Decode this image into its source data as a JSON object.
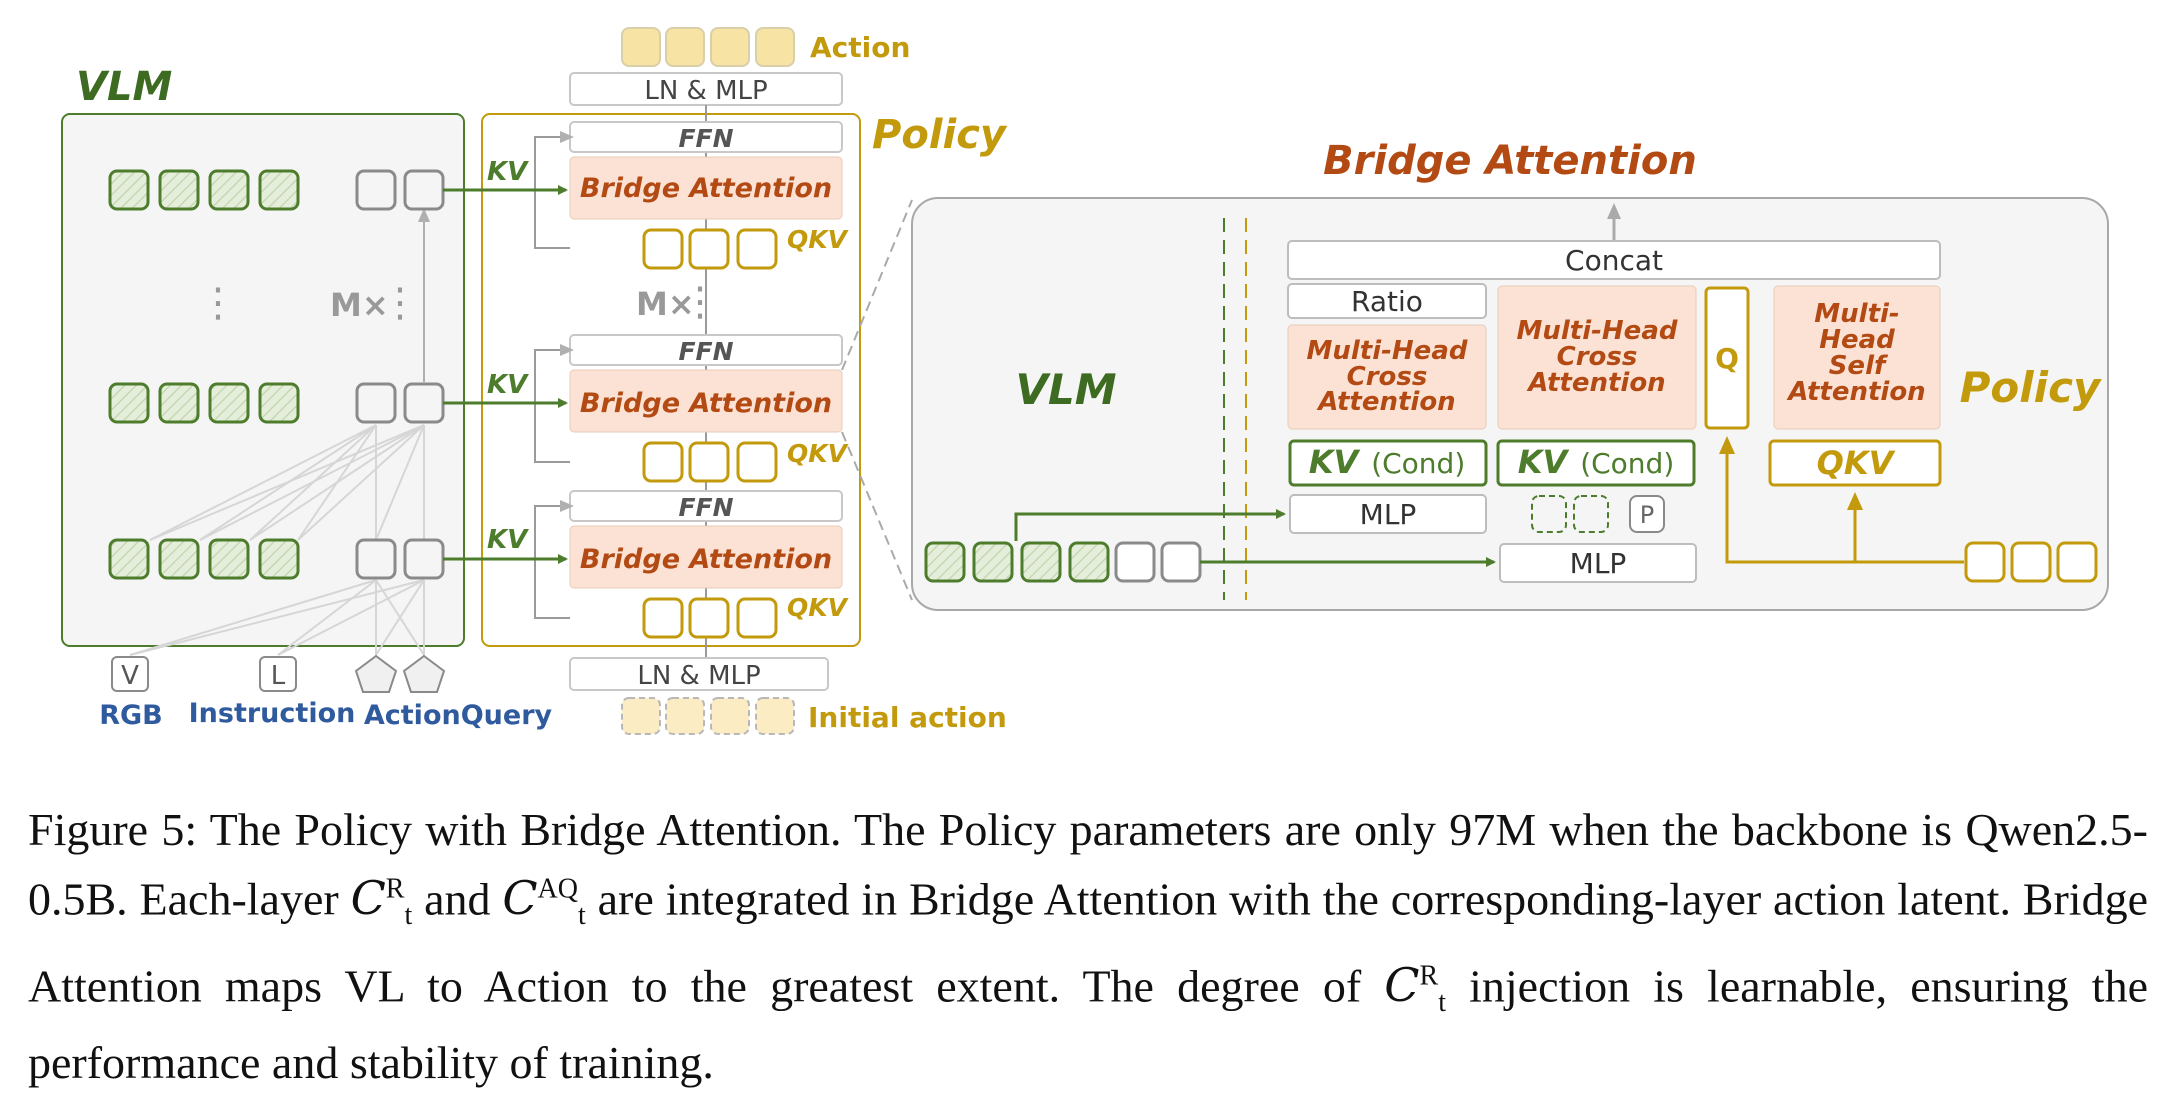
{
  "diagram": {
    "vlm_title": "VLM",
    "vlm_repeat": "M×",
    "vlm_repeat_dots": "⋮",
    "policy_title": "Policy",
    "policy_repeat": "M×",
    "ffn_label": "FFN",
    "bridge_attention_label": "Bridge Attention",
    "kv_label": "KV",
    "qkv_label": "QKV",
    "action_label": "Action",
    "ln_mlp_label": "LN & MLP",
    "initial_action_label": "Initial action",
    "inputs": {
      "v_icon": "V",
      "l_icon": "L",
      "rgb": "RGB",
      "instruction": "Instruction",
      "action_query": "ActionQuery"
    },
    "detail": {
      "title": "Bridge Attention",
      "vlm_label": "VLM",
      "policy_label": "Policy",
      "concat": "Concat",
      "ratio": "Ratio",
      "mhca_1": [
        "Multi-Head",
        "Cross",
        "Attention"
      ],
      "mhca_2": [
        "Multi-Head",
        "Cross",
        "Attention"
      ],
      "mhsa": [
        "Multi-",
        "Head",
        "Self",
        "Attention"
      ],
      "q": "Q",
      "kv": "KV",
      "cond": "(Cond)",
      "qkv": "QKV",
      "mlp": "MLP",
      "p": "P"
    }
  },
  "caption": {
    "lead": "Figure 5:  The Policy with Bridge Attention.  The Policy parameters are only 97M when the backbone is Qwen2.5-0.5B. Each-layer ",
    "math_c": "C",
    "math_t": "t",
    "math_r": "R",
    "math_aq": "AQ",
    "mid1": " and ",
    "mid2": " are integrated in Bridge Attention with the corresponding-layer action latent. Bridge Attention maps VL to Action to the greatest extent. The degree of ",
    "tail": " injection is learnable, ensuring the performance and stability of training."
  },
  "colors": {
    "green": "#4d7d2c",
    "green_fill": "#e3ecd9",
    "gold": "#c29a0c",
    "gold_fill": "#f7e3a4",
    "orange_text": "#b34a13",
    "orange_fill": "#fbe2d4",
    "gray_box": "#8a8a8a",
    "panel": "#f5f5f5",
    "blue_text": "#2f5a9e"
  }
}
